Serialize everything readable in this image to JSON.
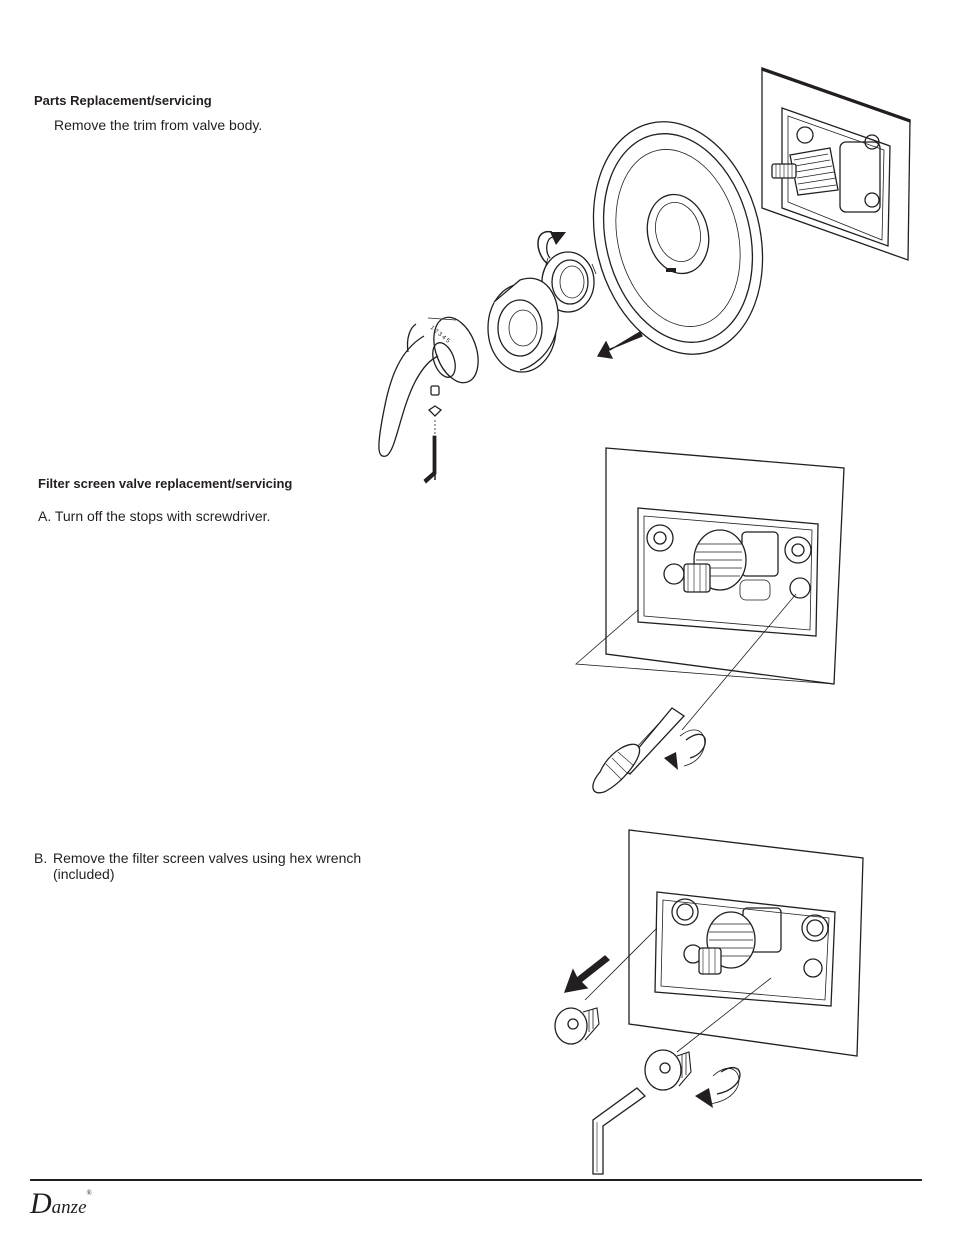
{
  "section_1": {
    "heading": "Parts Replacement/servicing",
    "step": "Remove the trim from valve body."
  },
  "section_2": {
    "heading": "Filter screen valve replacement/servicing",
    "step_a": "A. Turn off the stops with screwdriver.",
    "step_b_marker": "B.",
    "step_b_line1": "Remove the filter screen valves using hex wrench",
    "step_b_line2": "(included)"
  },
  "footer": {
    "logo_cap": "D",
    "logo_rest": "anze",
    "logo_mark": "®"
  },
  "colors": {
    "ink": "#231f20",
    "paper": "#ffffff"
  }
}
